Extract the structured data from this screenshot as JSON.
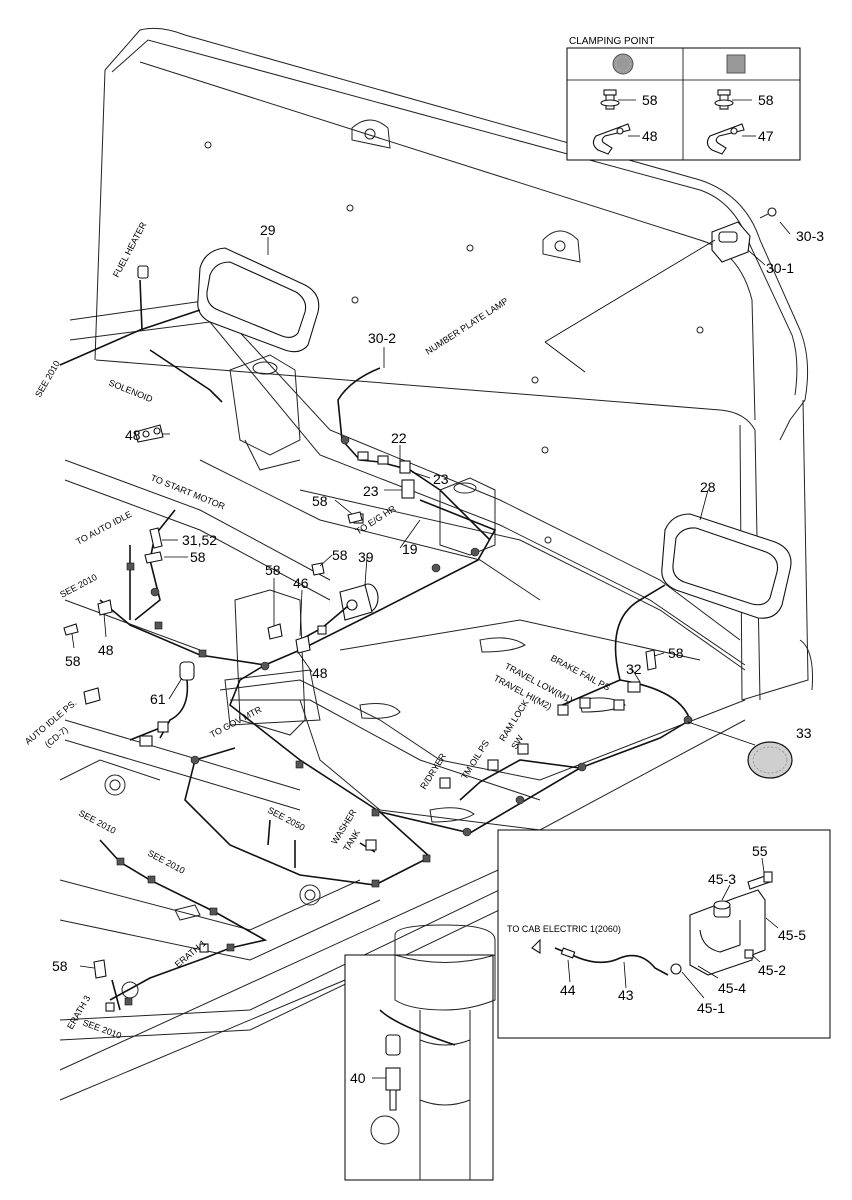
{
  "clamping_table": {
    "title": "CLAMPING POINT",
    "left": {
      "bolt": "58",
      "clamp": "48"
    },
    "right": {
      "bolt": "58",
      "clamp": "47"
    }
  },
  "part_numbers": {
    "p29": "29",
    "p30_3": "30-3",
    "p30_1": "30-1",
    "p30_2": "30-2",
    "p22": "22",
    "p23a": "23",
    "p23b": "23",
    "p28": "28",
    "p58_a": "58",
    "p58_b": "58",
    "p58_c": "58",
    "p58_d": "58",
    "p58_e": "58",
    "p58_f": "58",
    "p58_g": "58",
    "p31_52": "31,52",
    "p19": "19",
    "p39": "39",
    "p46": "46",
    "p48_a": "48",
    "p48_b": "48",
    "p48_c": "48",
    "p61": "61",
    "p32": "32",
    "p33": "33",
    "p40": "40"
  },
  "callouts": {
    "fuel_heater": "FUEL HEATER",
    "see_2010_a": "SEE 2010",
    "solenoid": "SOLENOID",
    "number_plate_lamp": "NUMBER PLATE LAMP",
    "to_start_motor": "TO START MOTOR",
    "to_auto_idle": "TO AUTO IDLE",
    "to_eg_hr": "TO E/G HR",
    "see_2010_b": "SEE 2010",
    "auto_idle_ps": "AUTO IDLE PS.",
    "cd7": "(CD-7)",
    "to_gov_mtr": "TO GOV MTR",
    "brake_fail_ps": "BRAKE FAIL PS",
    "travel_low": "TRAVEL LOW(M1)",
    "travel_hi": "TRAVEL HI(M2)",
    "ram_lock": "RAM LOCK",
    "sw": "SW",
    "tm_oil_ps": "TM OIL PS",
    "r_dryer": "R/DRYER",
    "see_2050": "SEE 2050",
    "washer": "WASHER",
    "tank": "TANK",
    "see_2010_c": "SEE 2010",
    "see_2010_d": "SEE 2010",
    "see_2010_e": "SEE 2010",
    "erath_1": "ERATH 1",
    "erath_3": "ERATH 3"
  },
  "inset": {
    "to_cab": "TO CAB ELECTRIC 1(2060)",
    "p55": "55",
    "p45_3": "45-3",
    "p45_5": "45-5",
    "p45_2": "45-2",
    "p45_4": "45-4",
    "p45_1": "45-1",
    "p44": "44",
    "p43": "43"
  }
}
